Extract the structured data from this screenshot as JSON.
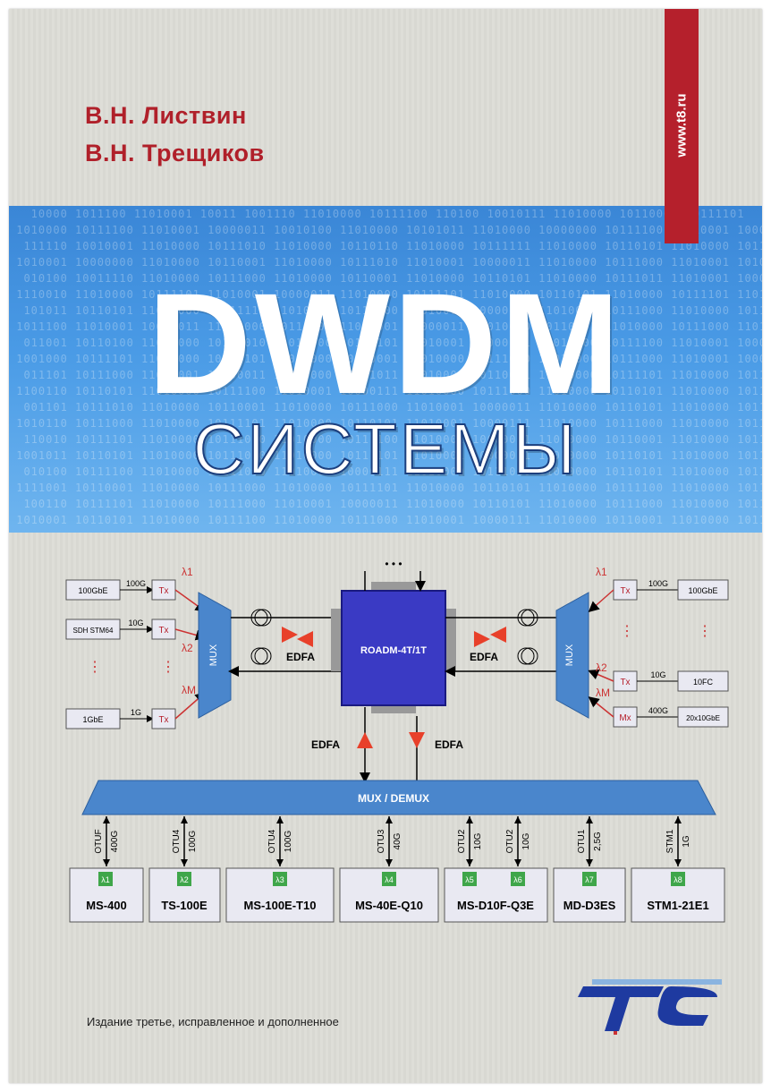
{
  "cover": {
    "authors": [
      "В.Н. Листвин",
      "В.Н. Трещиков"
    ],
    "website": "www.t8.ru",
    "title": "DWDM",
    "subtitle": "СИСТЕМЫ",
    "edition": "Издание третье, исправленное и дополненное",
    "colors": {
      "accent": "#b5202c",
      "band": "#4a9be6",
      "mux": "#4a86cc"
    }
  },
  "diagram": {
    "left_clients": [
      {
        "name": "100GbE",
        "rate": "100G",
        "tx": "Tx",
        "lambda": "λ1"
      },
      {
        "name": "SDH STM64",
        "rate": "10G",
        "tx": "Tx",
        "lambda": "λ2"
      },
      {
        "name": "1GbE",
        "rate": "1G",
        "tx": "Tx",
        "lambda": "λM"
      }
    ],
    "right_clients": [
      {
        "name": "100GbE",
        "rate": "100G",
        "tx": "Tx",
        "lambda": "λ1"
      },
      {
        "name": "10FC",
        "rate": "10G",
        "tx": "Tx",
        "lambda": "λ2"
      },
      {
        "name": "20x10GbE",
        "rate": "400G",
        "tx": "Mx",
        "lambda": "λM"
      }
    ],
    "mux_label": "MUX",
    "edfa_label": "EDFA",
    "roadm_label": "ROADM-4T/1T",
    "bus_label": "MUX / DEMUX",
    "dots": "• • •",
    "bottom_links": [
      {
        "otu": "OTUF",
        "rate": "400G"
      },
      {
        "otu": "OTU4",
        "rate": "100G"
      },
      {
        "otu": "OTU4",
        "rate": "100G"
      },
      {
        "otu": "OTU3",
        "rate": "40G"
      },
      {
        "otu": "OTU2",
        "rate": "10G"
      },
      {
        "otu": "OTU2",
        "rate": "10G"
      },
      {
        "otu": "OTU1",
        "rate": "2,5G"
      },
      {
        "otu": "STM1",
        "rate": "1G"
      }
    ],
    "lambdas_bottom": [
      "λ1",
      "λ2",
      "λ3",
      "λ4",
      "λ5",
      "λ6",
      "λ7",
      "λ8"
    ],
    "modules": [
      "MS-400",
      "TS-100E",
      "MS-100E-T10",
      "MS-40E-Q10",
      "MS-D10F-Q3E",
      "MD-D3ES",
      "STM1-21E1"
    ]
  }
}
